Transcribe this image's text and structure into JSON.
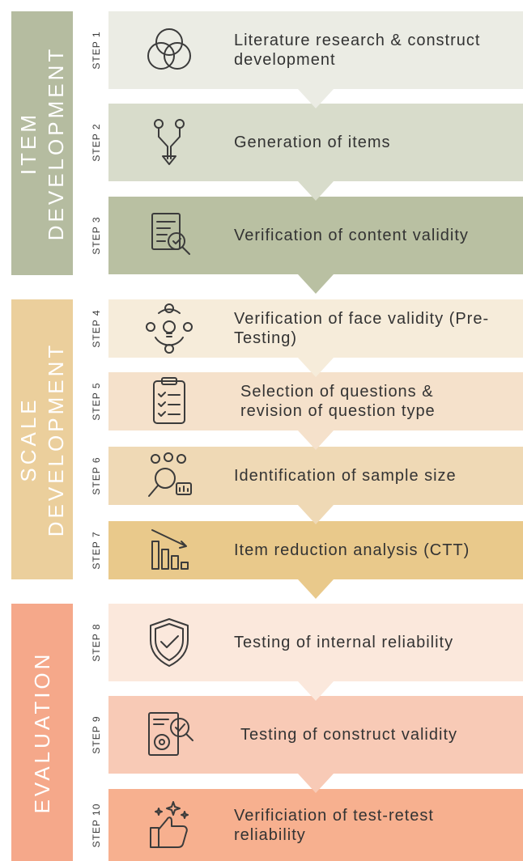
{
  "phases": [
    {
      "lines": [
        "ITEM",
        "DEVELOPMENT"
      ],
      "color": "#b5bca0"
    },
    {
      "lines": [
        "SCALE",
        "DEVELOPMENT"
      ],
      "color": "#ebcf9c"
    },
    {
      "lines": [
        "EVALUATION"
      ],
      "color": "#f5a88a"
    }
  ],
  "steps": [
    {
      "label": "STEP 1",
      "text": "Literature research & construct development",
      "icon": "venn-circles-icon",
      "color": "#ebece4"
    },
    {
      "label": "STEP 2",
      "text": "Generation of items",
      "icon": "merge-arrows-icon",
      "color": "#d8dccb"
    },
    {
      "label": "STEP 3",
      "text": "Verification of content validity",
      "icon": "document-search-icon",
      "color": "#b9c0a2"
    },
    {
      "label": "STEP 4",
      "text": "Verification of face validity (Pre-Testing)",
      "icon": "idea-cycle-icon",
      "color": "#f6ecda"
    },
    {
      "label": "STEP 5",
      "text": "Selection of questions & revision of question type",
      "icon": "clipboard-checklist-icon",
      "color": "#f5e1cb"
    },
    {
      "label": "STEP 6",
      "text": "Identification of sample size",
      "icon": "people-analytics-icon",
      "color": "#efd9b5"
    },
    {
      "label": "STEP 7",
      "text": "Item reduction analysis (CTT)",
      "icon": "declining-bar-chart-icon",
      "color": "#e9c98b"
    },
    {
      "label": "STEP 8",
      "text": "Testing of internal reliability",
      "icon": "shield-check-icon",
      "color": "#fbe8dc"
    },
    {
      "label": "STEP 9",
      "text": "Testing of construct validity",
      "icon": "report-settings-icon",
      "color": "#f8cab6"
    },
    {
      "label": "STEP 10",
      "text": "Verificiation of test-retest reliability",
      "icon": "thumbs-up-sparkle-icon",
      "color": "#f7b08f"
    }
  ]
}
